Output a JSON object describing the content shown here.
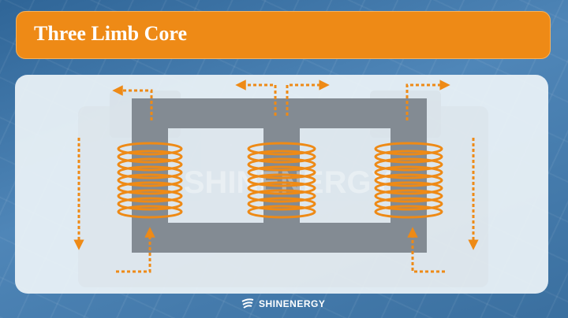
{
  "slide": {
    "title": "Three Limb Core",
    "watermark": "SHINENERGY",
    "footer_brand": "SHINENERGY"
  },
  "colors": {
    "title_bg": "#ee8a16",
    "core": "#838b93",
    "winding": "#ee8a16",
    "flux_arrow": "#ee8a16",
    "panel_bg": "#ecf3f8"
  },
  "diagram": {
    "core_limbs": 3,
    "windings": [
      "left-limb",
      "center-limb",
      "right-limb"
    ],
    "flux_arrow_style": "dotted"
  }
}
